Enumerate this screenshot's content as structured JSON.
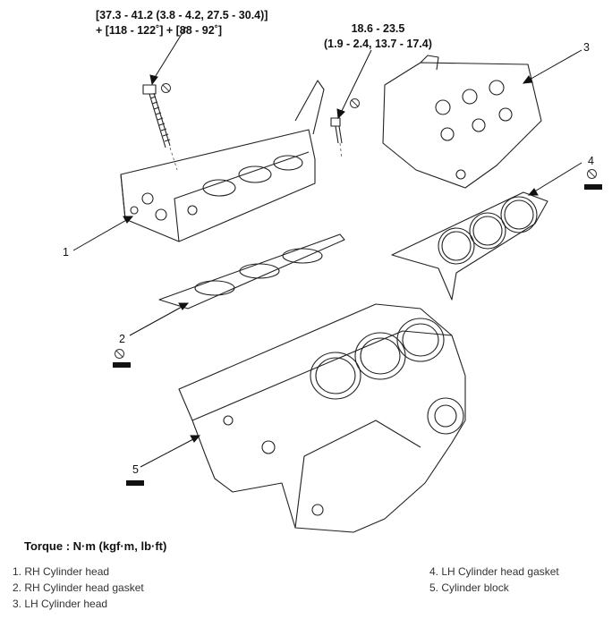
{
  "torque_specs": [
    {
      "line1": "[37.3 - 41.2 (3.8 - 4.2, 27.5 - 30.4)]",
      "line2": "+ [118 - 122˚] + [88 - 92˚]"
    },
    {
      "line1": "18.6 - 23.5",
      "line2": "(1.9 - 2.4, 13.7 - 17.4)"
    }
  ],
  "callouts": [
    "1",
    "2",
    "3",
    "4",
    "5"
  ],
  "torque_unit_title": "Torque : N·m (kgf·m, lb·ft)",
  "legend": {
    "left": [
      "1. RH Cylinder head",
      "2. RH Cylinder head gasket",
      "3. LH Cylinder head"
    ],
    "right": [
      "4. LH Cylinder head gasket",
      "5. Cylinder block"
    ]
  }
}
